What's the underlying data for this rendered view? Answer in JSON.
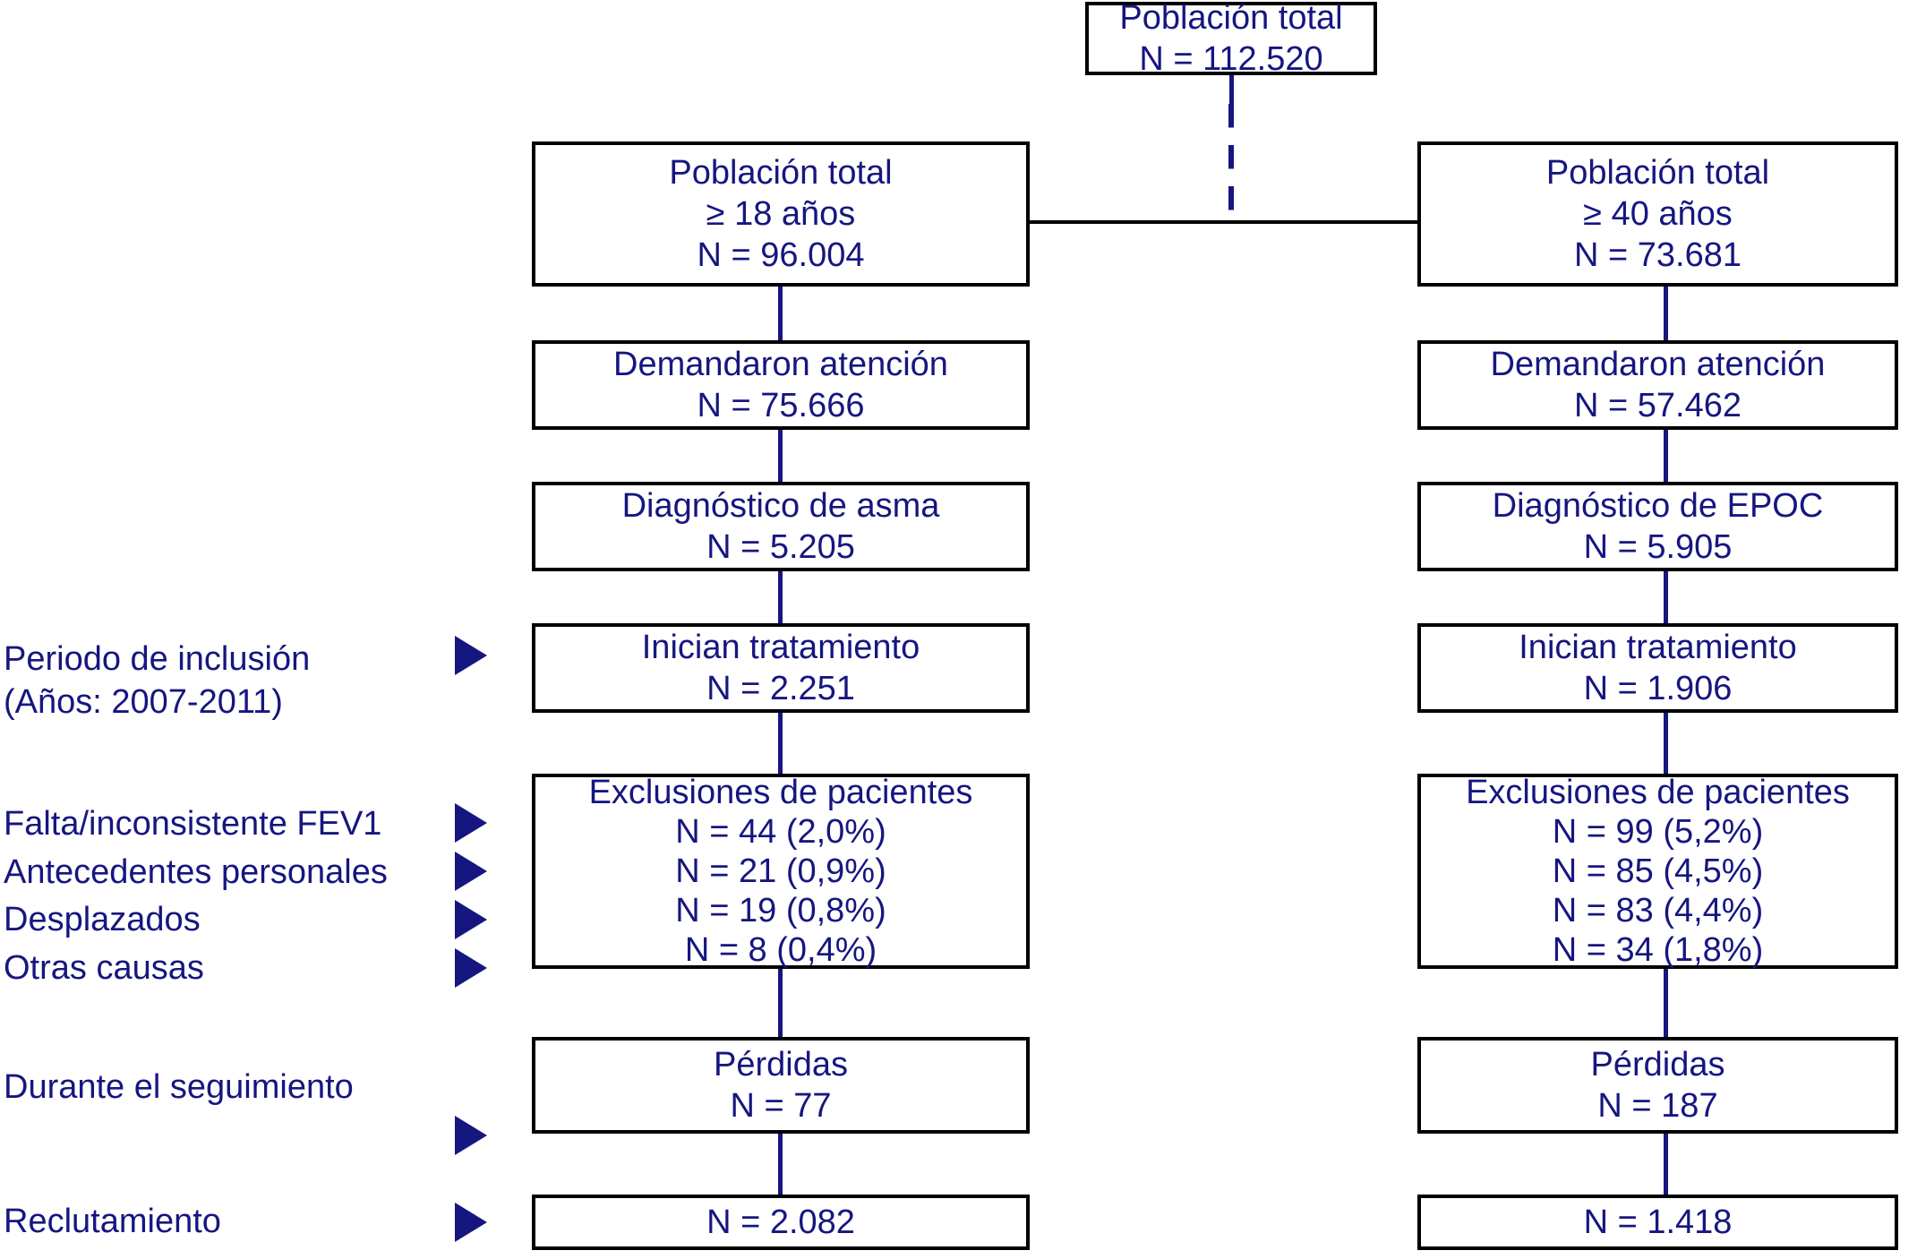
{
  "diagram": {
    "title_box": {
      "lines": [
        "Población total",
        "N = 112.520"
      ]
    },
    "row_labels": [
      {
        "name": "periodo-inclusion",
        "lines": [
          "Periodo de inclusión",
          "(Años: 2007-2011)"
        ]
      },
      {
        "name": "falta-fev1",
        "lines": [
          "Falta/inconsistente FEV1"
        ]
      },
      {
        "name": "antecedentes-personales",
        "lines": [
          "Antecedentes personales"
        ]
      },
      {
        "name": "desplazados",
        "lines": [
          "Desplazados"
        ]
      },
      {
        "name": "otras-causas",
        "lines": [
          "Otras causas"
        ]
      },
      {
        "name": "durante-seguimiento",
        "lines": [
          "Durante el seguimiento"
        ]
      },
      {
        "name": "reclutamiento",
        "lines": [
          "Reclutamiento"
        ]
      }
    ],
    "left_column": {
      "population": [
        "Población total",
        "≥ 18 años",
        "N = 96.004"
      ],
      "care_demand": [
        "Demandaron atención",
        "N = 75.666"
      ],
      "diagnosis": [
        "Diagnóstico de asma",
        "N = 5.205"
      ],
      "treatment_start": [
        "Inician tratamiento",
        "N = 2.251"
      ],
      "exclusions": [
        "Exclusiones de pacientes",
        "N = 44 (2,0%)",
        "N = 21 (0,9%)",
        "N = 19 (0,8%)",
        "N = 8 (0,4%)"
      ],
      "losses": [
        "Pérdidas",
        "N = 77"
      ],
      "recruitment": [
        "N = 2.082"
      ]
    },
    "right_column": {
      "population": [
        "Población total",
        "≥ 40 años",
        "N = 73.681"
      ],
      "care_demand": [
        "Demandaron atención",
        "N = 57.462"
      ],
      "diagnosis": [
        "Diagnóstico de EPOC",
        "N = 5.905"
      ],
      "treatment_start": [
        "Inician tratamiento",
        "N = 1.906"
      ],
      "exclusions": [
        "Exclusiones de pacientes",
        "N = 99 (5,2%)",
        "N = 85 (4,5%)",
        "N = 83 (4,4%)",
        "N = 34 (1,8%)"
      ],
      "losses": [
        "Pérdidas",
        "N = 187"
      ],
      "recruitment": [
        "N = 1.418"
      ]
    },
    "colors": {
      "text": "#161680",
      "border": "#000000",
      "connector": "#161680",
      "background": "#ffffff"
    }
  }
}
